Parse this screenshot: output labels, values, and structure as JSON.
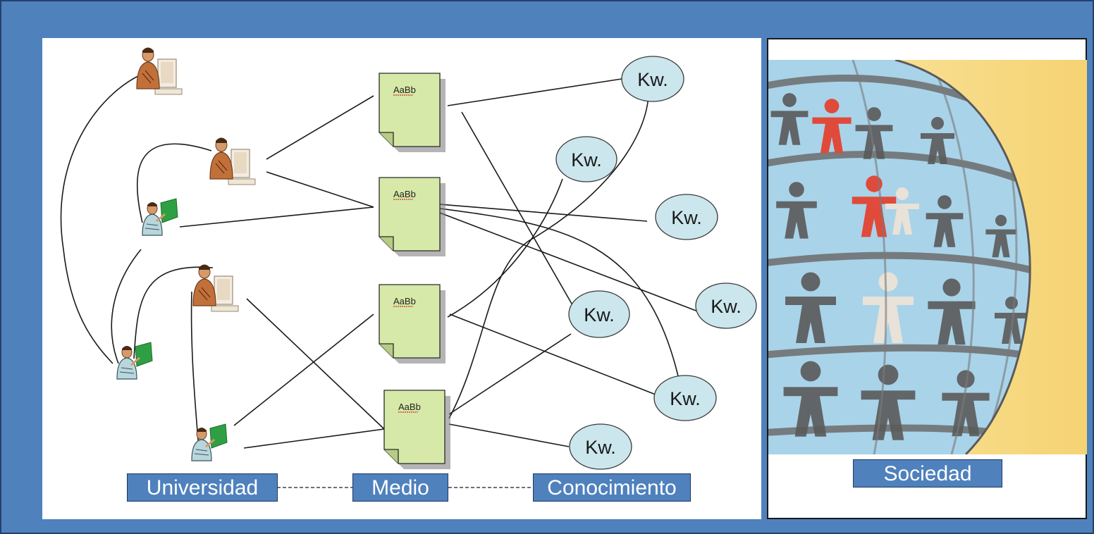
{
  "diagram": {
    "keyword_node_label": "Kw.",
    "document_node_label": "AaBb"
  },
  "labels": {
    "universidad": "Universidad",
    "medio": "Medio",
    "conocimiento": "Conocimiento",
    "sociedad": "Sociedad"
  },
  "colors": {
    "frame_blue": "#4f81bd",
    "keyword_fill": "#cbe6ec",
    "document_fill": "#d6e9a8",
    "society_background": "#f5d373"
  },
  "icons": {
    "researcher": "person-at-computer-icon",
    "presenter": "person-presenting-icon",
    "document": "document-icon",
    "society": "globe-of-people-icon"
  }
}
